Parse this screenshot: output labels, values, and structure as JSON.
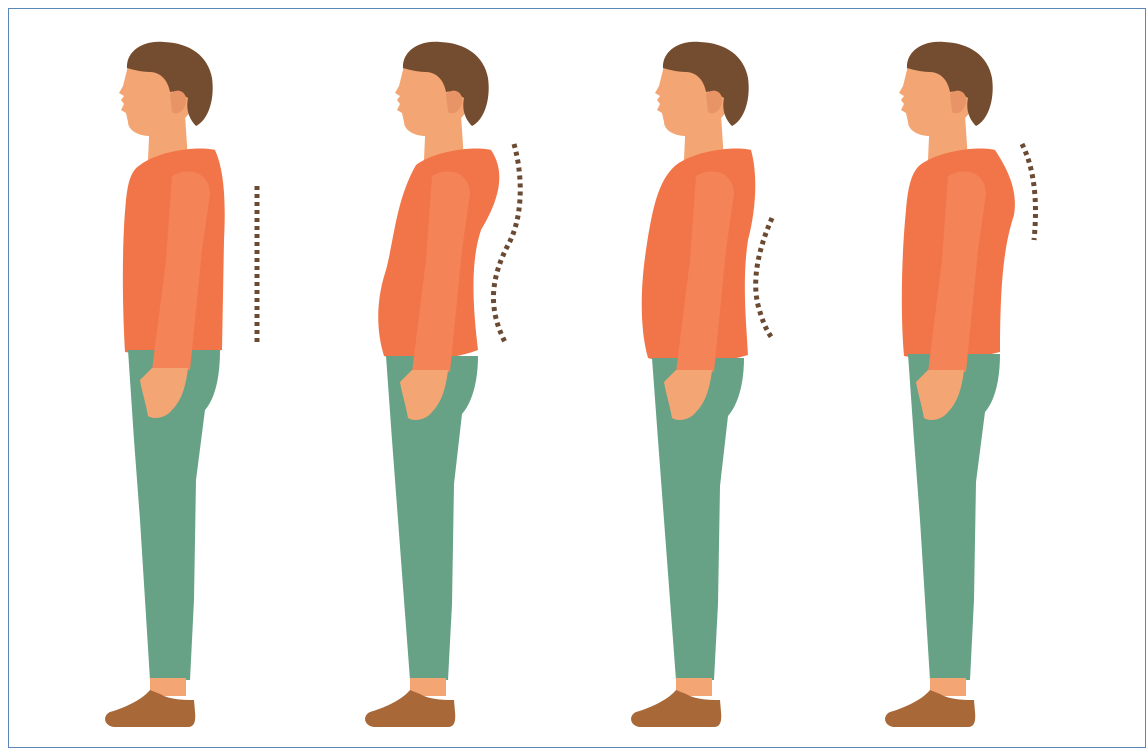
{
  "illustration": {
    "figure_count": 4,
    "figures": [
      {
        "id": 1,
        "posture": "normal",
        "spine_line": "straight"
      },
      {
        "id": 2,
        "posture": "swayback",
        "spine_line": "s-curve"
      },
      {
        "id": 3,
        "posture": "lordosis",
        "spine_line": "lower-back-curve"
      },
      {
        "id": 4,
        "posture": "kyphosis",
        "spine_line": "upper-back-curve"
      }
    ],
    "colors": {
      "frame_border": "#5b86b8",
      "hair": "#744c2f",
      "skin": "#f3a673",
      "shirt": "#f17548",
      "sleeve": "#f48357",
      "pants": "#67a287",
      "shoe": "#a86838",
      "spine_line": "#6b4a33"
    }
  }
}
